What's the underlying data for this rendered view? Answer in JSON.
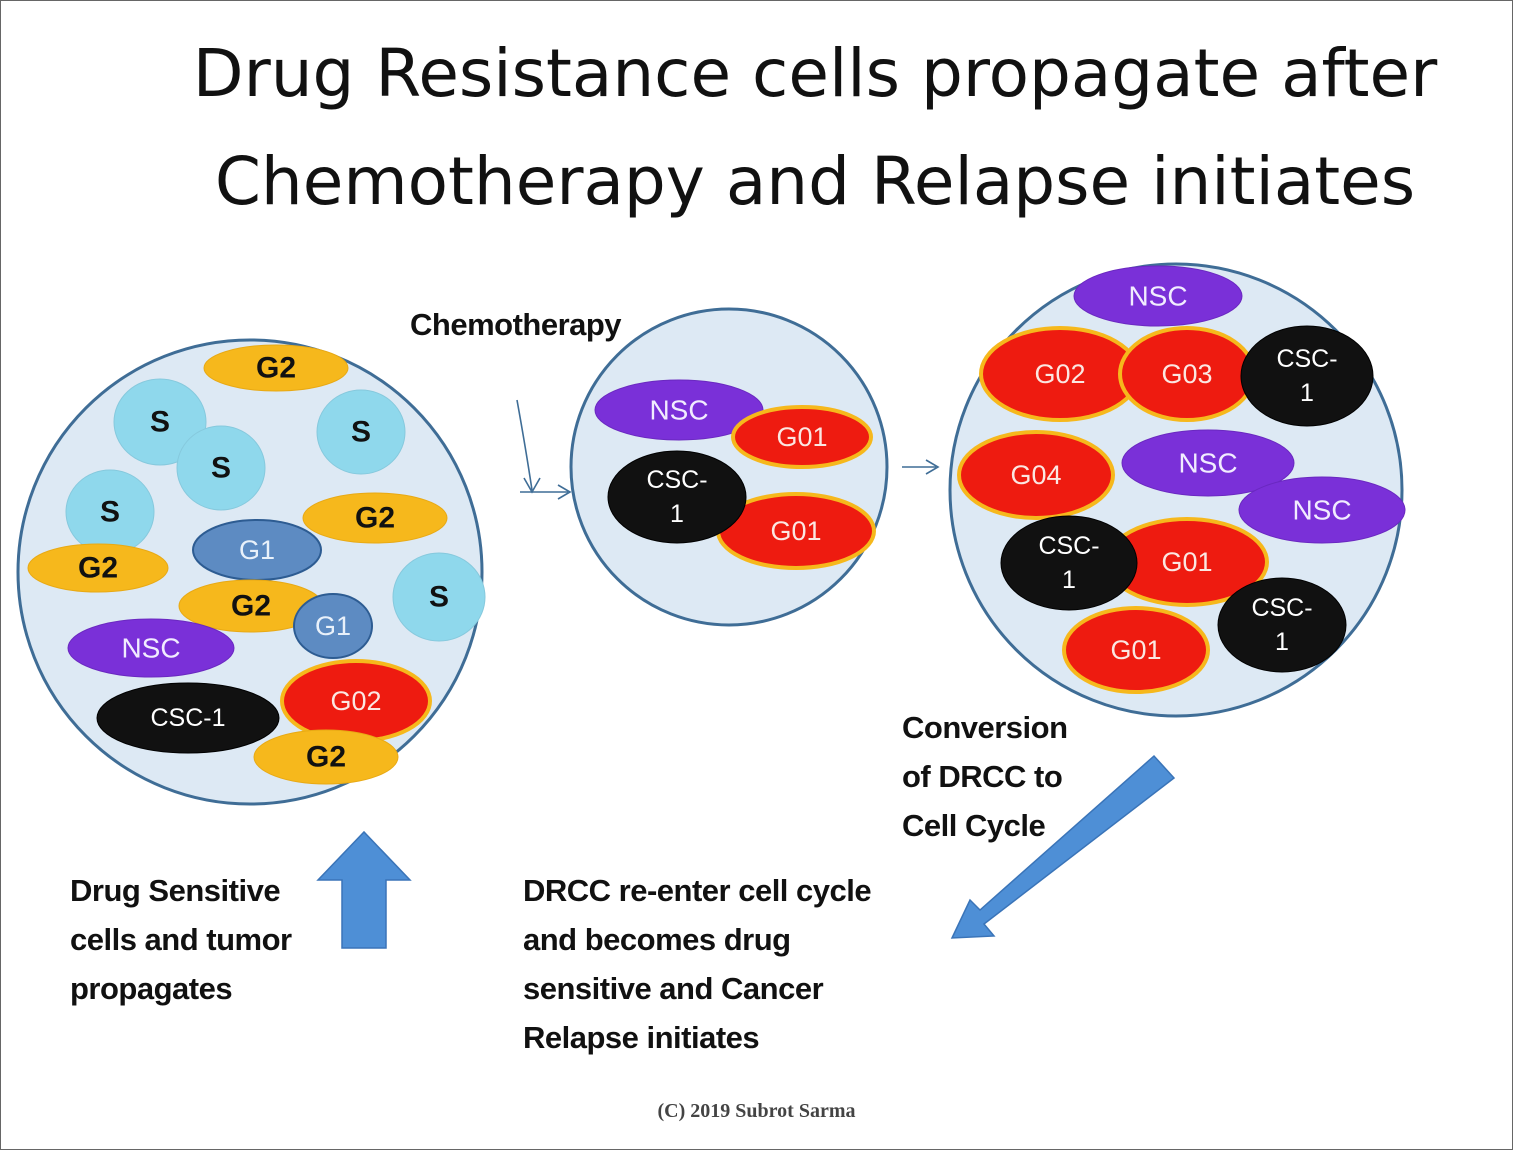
{
  "title": {
    "line1": "Drug Resistance cells propagate after",
    "line2": "Chemotherapy and Relapse initiates"
  },
  "labels": {
    "chemotherapy": "Chemotherapy",
    "conversion": [
      "Conversion",
      "of DRCC to",
      "Cell Cycle"
    ],
    "drug_sensitive": [
      "Drug Sensitive",
      "cells and tumor",
      "propagates"
    ],
    "drcc_reenter": [
      "DRCC re-enter cell cycle",
      "and  becomes drug",
      "sensitive and Cancer",
      "Relapse initiates"
    ]
  },
  "copyright": "(C) 2019 Subrot Sarma",
  "colors": {
    "blob_fill": "#dde9f4",
    "blob_stroke": "#3f6d96",
    "S": "#8fd8ec",
    "G2": "#f6b81c",
    "G1": "#5d8bc2",
    "NSC": "#7a30d8",
    "CSC": "#111111",
    "G0": "#ee1b10",
    "G0_ring": "#f6b81c",
    "arrow": "#4e8fd6"
  },
  "cells": [
    {
      "label": "G2",
      "kind": "G2"
    },
    {
      "label": "S",
      "kind": "S"
    },
    {
      "label": "S",
      "kind": "S"
    },
    {
      "label": "S",
      "kind": "S"
    },
    {
      "label": "S",
      "kind": "S"
    },
    {
      "label": "G2",
      "kind": "G2"
    },
    {
      "label": "G1",
      "kind": "G1"
    },
    {
      "label": "G2",
      "kind": "G2"
    },
    {
      "label": "S",
      "kind": "S"
    },
    {
      "label": "G2",
      "kind": "G2"
    },
    {
      "label": "G1",
      "kind": "G1"
    },
    {
      "label": "NSC",
      "kind": "NSC"
    },
    {
      "label": "G02",
      "kind": "G0"
    },
    {
      "label": "CSC-1",
      "kind": "CSC"
    },
    {
      "label": "G2",
      "kind": "G2"
    },
    {
      "label": "NSC",
      "kind": "NSC"
    },
    {
      "label": "G01",
      "kind": "G0"
    },
    {
      "label": "G01",
      "kind": "G0"
    },
    {
      "label": "CSC-|1",
      "kind": "CSC"
    },
    {
      "label": "NSC",
      "kind": "NSC"
    },
    {
      "label": "G02",
      "kind": "G0"
    },
    {
      "label": "G03",
      "kind": "G0"
    },
    {
      "label": "CSC-|1",
      "kind": "CSC"
    },
    {
      "label": "G04",
      "kind": "G0"
    },
    {
      "label": "NSC",
      "kind": "NSC"
    },
    {
      "label": "NSC",
      "kind": "NSC"
    },
    {
      "label": "G01",
      "kind": "G0"
    },
    {
      "label": "CSC-|1",
      "kind": "CSC"
    },
    {
      "label": "G01",
      "kind": "G0"
    },
    {
      "label": "CSC-|1",
      "kind": "CSC"
    }
  ]
}
